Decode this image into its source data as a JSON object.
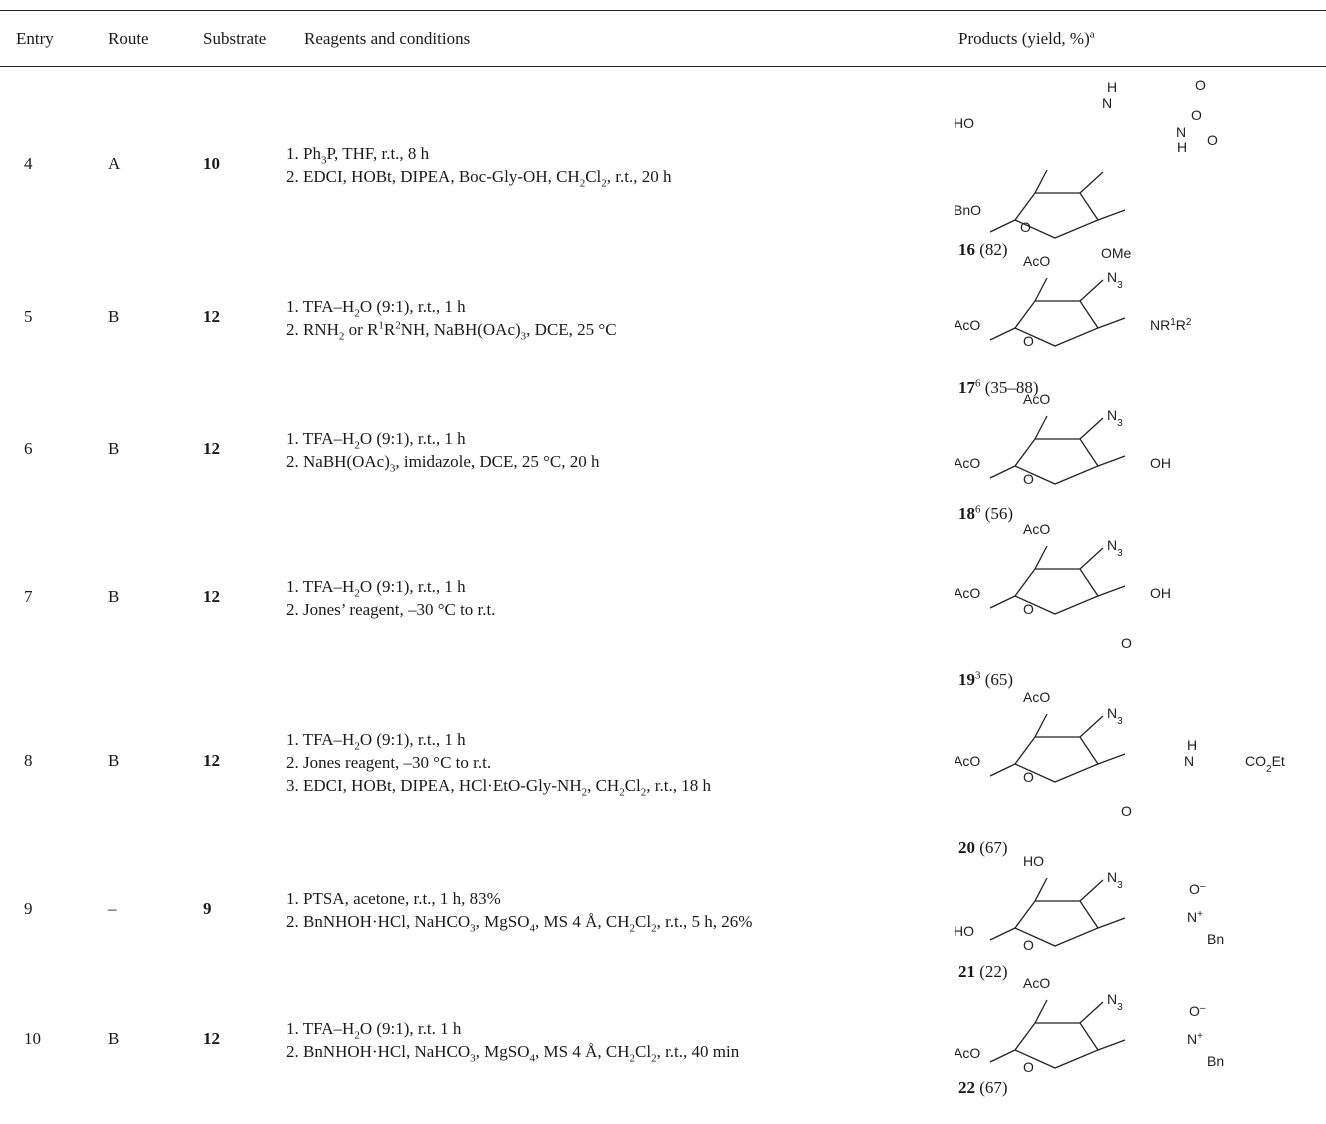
{
  "headers": {
    "entry": "Entry",
    "route": "Route",
    "substrate": "Substrate",
    "conditions": "Reagents and conditions",
    "products": "Products (yield, %)",
    "products_sup": "a"
  },
  "rows": [
    {
      "entry": "4",
      "route": "A",
      "substrate": "10",
      "steps": [
        "1. Ph3P, THF, r.t., 8 h",
        "2. EDCI, HOBt, DIPEA, Boc-Gly-OH, CH2Cl2, r.t., 20 h"
      ],
      "product_no": "16",
      "product_sup": "",
      "product_yield": "(82)",
      "structure_labels": [
        "HO",
        "H",
        "N",
        "O",
        "N",
        "H",
        "O",
        "O",
        "BnO",
        "O",
        "OMe"
      ]
    },
    {
      "entry": "5",
      "route": "B",
      "substrate": "12",
      "steps": [
        "1. TFA–H2O (9:1), r.t., 1 h",
        "2. RNH2 or R1R2NH, NaBH(OAc)3, DCE, 25 °C"
      ],
      "product_no": "17",
      "product_sup": "6",
      "product_yield": "(35–88)",
      "structure_labels": [
        "AcO",
        "N3",
        "AcO",
        "O",
        "NR1R2"
      ]
    },
    {
      "entry": "6",
      "route": "B",
      "substrate": "12",
      "steps": [
        "1. TFA–H2O (9:1), r.t., 1 h",
        "2. NaBH(OAc)3, imidazole, DCE, 25 °C, 20 h"
      ],
      "product_no": "18",
      "product_sup": "6",
      "product_yield": "(56)",
      "structure_labels": [
        "AcO",
        "N3",
        "AcO",
        "O",
        "OH"
      ]
    },
    {
      "entry": "7",
      "route": "B",
      "substrate": "12",
      "steps": [
        "1. TFA–H2O (9:1), r.t., 1 h",
        "2. Jones’ reagent, –30 °C to r.t."
      ],
      "product_no": "19",
      "product_sup": "3",
      "product_yield": "(65)",
      "structure_labels": [
        "AcO",
        "N3",
        "AcO",
        "O",
        "OH",
        "O"
      ]
    },
    {
      "entry": "8",
      "route": "B",
      "substrate": "12",
      "steps": [
        "1. TFA–H2O (9:1), r.t., 1 h",
        "2. Jones reagent, –30 °C to r.t.",
        "3. EDCI, HOBt, DIPEA, HCl·EtO-Gly-NH2, CH2Cl2, r.t., 18 h"
      ],
      "product_no": "20",
      "product_sup": "",
      "product_yield": "(67)",
      "structure_labels": [
        "AcO",
        "N3",
        "AcO",
        "O",
        "H",
        "N",
        "CO2Et",
        "O"
      ]
    },
    {
      "entry": "9",
      "route": "–",
      "substrate": "9",
      "steps": [
        "1. PTSA, acetone, r.t., 1 h, 83%",
        "2. BnNHOH·HCl, NaHCO3, MgSO4, MS 4 Å, CH2Cl2, r.t., 5 h, 26%"
      ],
      "product_no": "21",
      "product_sup": "",
      "product_yield": "(22)",
      "structure_labels": [
        "HO",
        "N3",
        "HO",
        "O",
        "O–",
        "N+",
        "Bn"
      ]
    },
    {
      "entry": "10",
      "route": "B",
      "substrate": "12",
      "steps": [
        "1. TFA–H2O (9:1), r.t. 1 h",
        "2. BnNHOH·HCl, NaHCO3, MgSO4, MS 4 Å, CH2Cl2, r.t., 40 min"
      ],
      "product_no": "22",
      "product_sup": "",
      "product_yield": "(67)",
      "structure_labels": [
        "AcO",
        "N3",
        "AcO",
        "O",
        "O–",
        "N+",
        "Bn"
      ]
    }
  ]
}
